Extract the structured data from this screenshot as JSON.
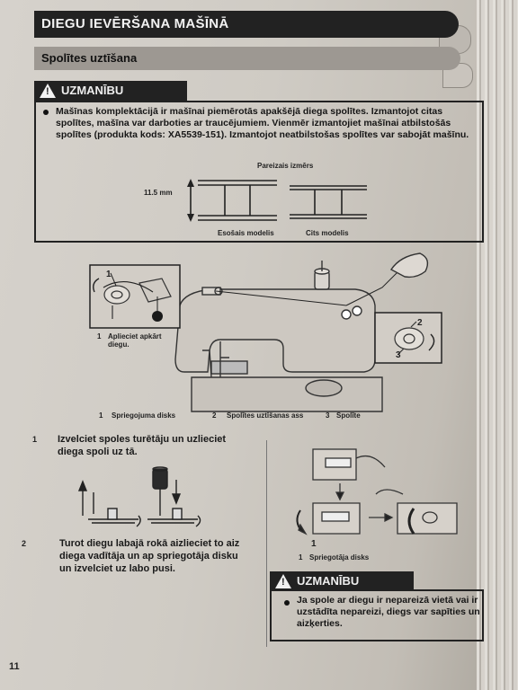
{
  "header": {
    "title": "DIEGU IEVĒRŠANA MAŠĪNĀ",
    "subtitle": "Spolītes uztīšana"
  },
  "caution1": {
    "label": "UZMANĪBU",
    "text": "Mašīnas komplektācijā ir mašīnai piemērotās apakšējā diega spolītes. Izmantojot citas spolītes, mašīna var darboties ar traucējumiem. Vienmēr izmantojiet mašīnai atbilstošās spolītes (produkta kods: XA5539-151). Izmantojot neatbilstošas spolītes var sabojāt mašīnu.",
    "diagram": {
      "size_label": "Pareizais izmērs",
      "dimension": "11.5 mm",
      "left_caption": "Esošais modelis",
      "right_caption": "Cits modelis"
    }
  },
  "machine_figure": {
    "callout_1": "1",
    "callout_2": "2",
    "callout_3": "3",
    "inset_note_num": "1",
    "inset_note": "Aplieciet apkārt diegu.",
    "legend": [
      {
        "num": "1",
        "label": "Spriegojuma disks"
      },
      {
        "num": "2",
        "label": "Spolītes uztīšanas ass"
      },
      {
        "num": "3",
        "label": "Spolīte"
      }
    ]
  },
  "steps": [
    {
      "num": "1",
      "text": "Izvelciet spoles turētāju un uzlieciet diega spoli uz tā."
    },
    {
      "num": "2",
      "text": "Turot diegu labajā rokā aizlieciet to aiz diega vadītāja un ap spriegotāja disku un izvelciet uz labo pusi."
    }
  ],
  "right_figure": {
    "callout": "1",
    "caption_num": "1",
    "caption": "Spriegotāja disks"
  },
  "caution2": {
    "label": "UZMANĪBU",
    "text": "Ja spole ar diegu ir nepareizā vietā vai ir uzstādīta nepareizi, diegs var sapīties un aizķerties."
  },
  "page_number": "11"
}
